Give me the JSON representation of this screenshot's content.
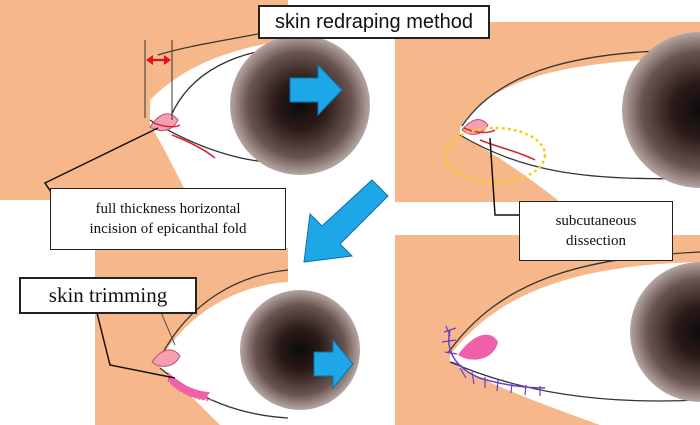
{
  "title": "skin redraping method",
  "labels": {
    "epicanthal_incision": [
      "full thickness horizontal",
      "incision of epicanthal fold"
    ],
    "subcutaneous_dissection": [
      "subcutaneous",
      "dissection"
    ],
    "skin_trimming": "skin trimming"
  },
  "colors": {
    "skin": "#f6b88a",
    "arrow": "#1ea7e6",
    "incision": "#d92030",
    "dissection_outline": "#f2d21a",
    "trimmed_skin": "#f060a8",
    "suture": "#6a3cd0",
    "caruncle": "#f4a0b0"
  },
  "icons": [
    "arrow-right-icon",
    "arrow-down-left-icon",
    "arrow-right-icon"
  ]
}
